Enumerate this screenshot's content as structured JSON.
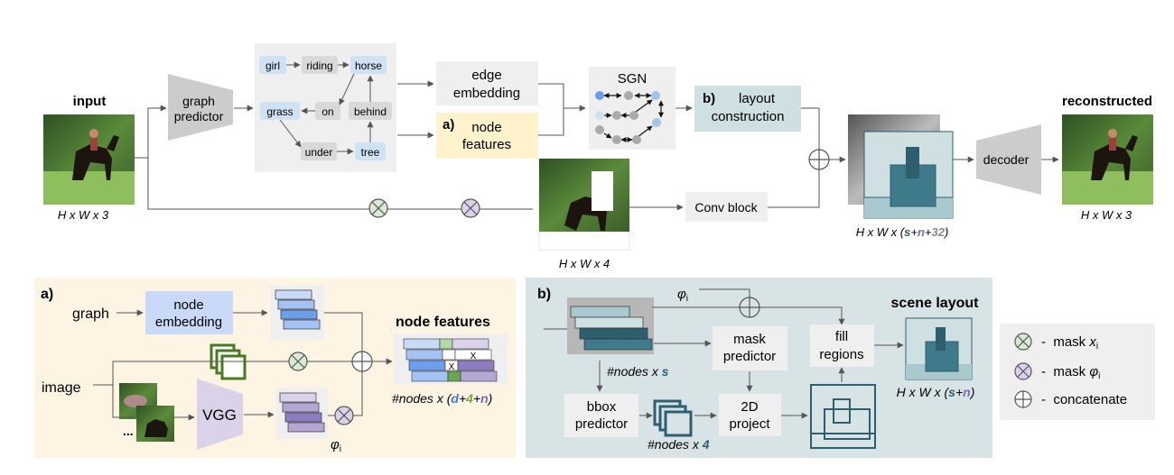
{
  "labels": {
    "input": "input",
    "reconstructed": "reconstructed",
    "hw3_left": "H x W x 3",
    "hw3_right": "H x W x 3",
    "hw4": "H x W x 4",
    "graph_predictor_1": "graph",
    "graph_predictor_2": "predictor",
    "edge_embedding_1": "edge",
    "edge_embedding_2": "embedding",
    "node_features_tag": "a)",
    "node_features_1": "node",
    "node_features_2": "features",
    "sgn": "SGN",
    "layout_tag": "b)",
    "layout_1": "layout",
    "layout_2": "construction",
    "conv_block": "Conv block",
    "decoder": "decoder",
    "hwsn32_prefix": "H x W x (",
    "hwsn32_s": "s",
    "hwsn32_plus1": "+",
    "hwsn32_n": "n",
    "hwsn32_plus2": "+",
    "hwsn32_32": "32",
    "hwsn32_close": ")"
  },
  "graph_nodes": {
    "girl": "girl",
    "riding": "riding",
    "horse": "horse",
    "grass": "grass",
    "on": "on",
    "behind": "behind",
    "under": "under",
    "tree": "tree"
  },
  "panel_a": {
    "tag": "a)",
    "graph": "graph",
    "image": "image",
    "node_embedding_1": "node",
    "node_embedding_2": "embedding",
    "vgg": "VGG",
    "phi": "φ",
    "phi_sub": "i",
    "title": "node features",
    "dots": "...",
    "x_mark": "X",
    "dim_prefix": "#nodes x (",
    "dim_d": "d",
    "dim_plus1": "+",
    "dim_4": "4",
    "dim_plus2": "+",
    "dim_n": "n",
    "dim_close": ")"
  },
  "panel_b": {
    "tag": "b)",
    "phi": "φ",
    "phi_sub": "i",
    "nodes_s_prefix": "#nodes x ",
    "nodes_s": "s",
    "bbox_1": "bbox",
    "bbox_2": "predictor",
    "mask_1": "mask",
    "mask_2": "predictor",
    "fill_1": "fill",
    "fill_2": "regions",
    "project_1": "2D",
    "project_2": "project",
    "nodes_4_prefix": "#nodes x ",
    "nodes_4": "4",
    "scene_layout": "scene layout",
    "hwsn_prefix": "H x W x (",
    "hwsn_s": "s",
    "hwsn_plus": "+",
    "hwsn_n": "n",
    "hwsn_close": ")"
  },
  "legend": {
    "mask_x_label": "-  mask ",
    "mask_x_var": "x",
    "mask_x_sub": "i",
    "mask_phi_label": "-  mask ",
    "mask_phi_var": "φ",
    "mask_phi_sub": "i",
    "concat_label": "-  concatenate"
  },
  "colors": {
    "node_blue": "#cfe2f3",
    "node_gray": "#d9d9d9",
    "panel_bg": "#efefef",
    "feature_yellow": "#fff2cc",
    "layout_teal": "#cfe0e3",
    "panel_a_bg": "#fdf4e3",
    "panel_b_bg": "#d8e3e6",
    "teal_dark": "#2e5f6e",
    "teal_mid": "#3f7a8a",
    "teal_light": "#a9c9cf",
    "green": "#4a7a1f",
    "green_fill": "#d9ead3",
    "purple": "#8e7cc3",
    "purple_fill": "#d9d2e9",
    "s_color": "#2e5f6e",
    "n_color": "#7b68b5",
    "d_color": "#3c78d8",
    "four_color": "#6aa84f"
  }
}
